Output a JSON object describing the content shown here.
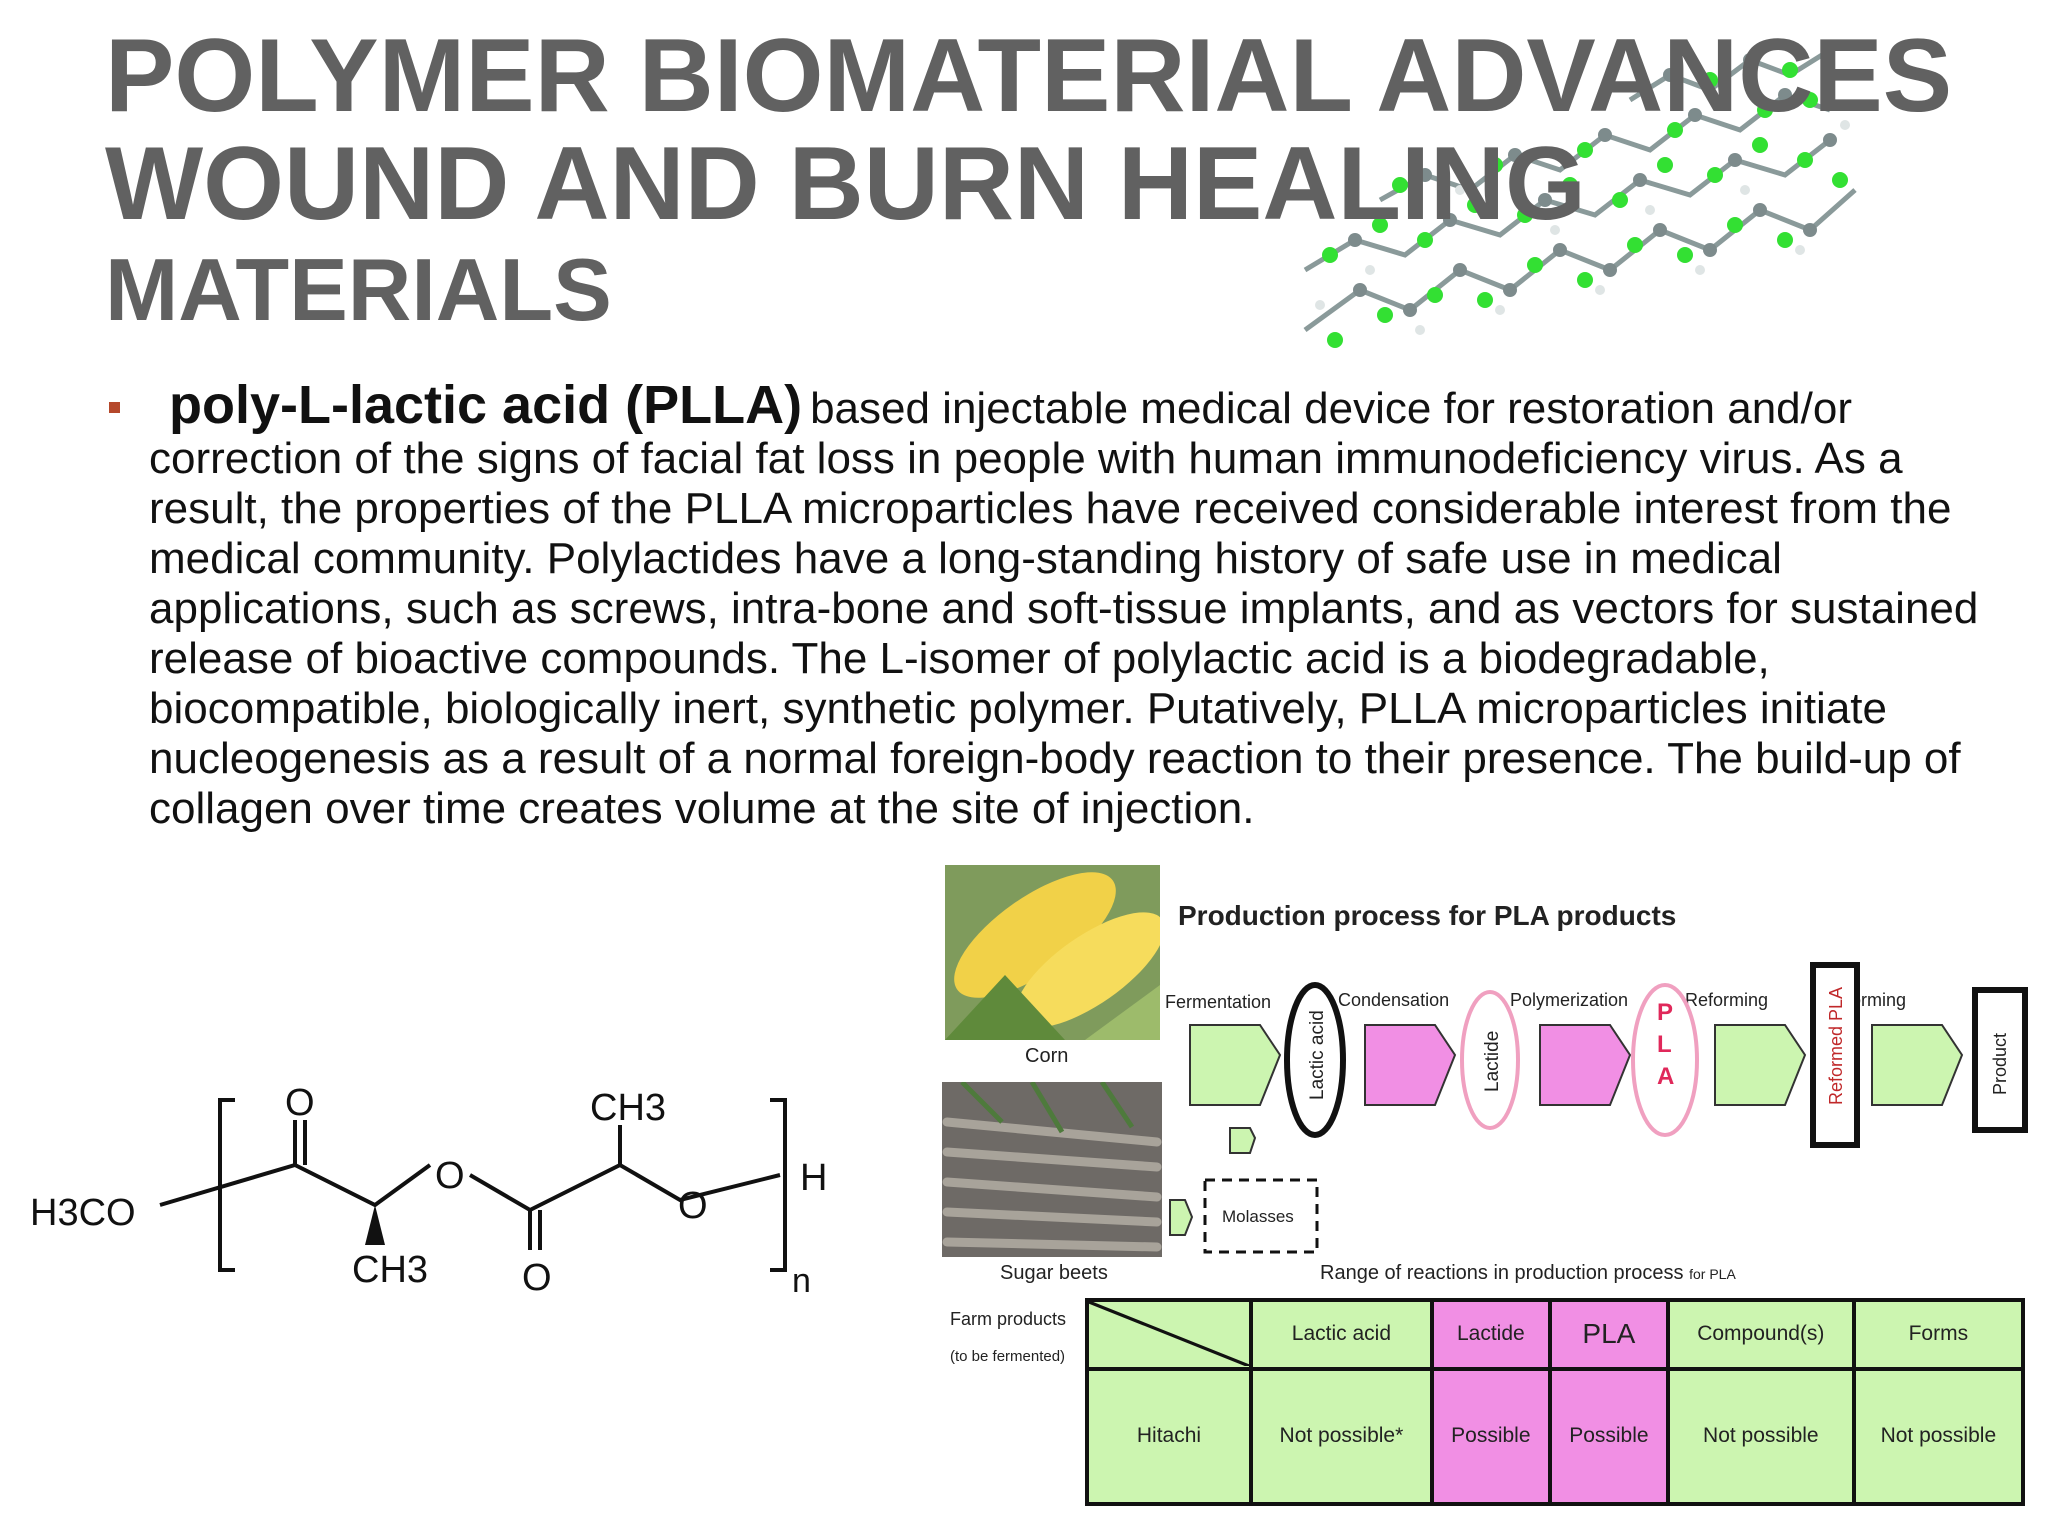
{
  "title": {
    "line1": "POLYMER BIOMATERIAL ADVANCES",
    "line2": "WOUND AND BURN HEALING",
    "line3": "MATERIALS"
  },
  "bullet": {
    "strong": "poly-L-lactic acid (PLLA)",
    "text": "based injectable medical device for restoration and/or correction of the signs of facial fat loss in people with human immunodeficiency virus. As a result, the properties of the PLLA microparticles have received considerable interest from the medical community. Polylactides have a long-standing history of safe use in medical applications, such as screws, intra-bone and soft-tissue implants, and as vectors for sustained release of bioactive compounds. The L-isomer of polylactic acid is a biodegradable, biocompatible, biologically inert, synthetic polymer. Putatively, PLLA microparticles initiate nucleogenesis as a result of a normal foreign-body reaction to their presence. The build-up of collagen over time creates volume at the site of injection."
  },
  "structure": {
    "group_left": "H3CO",
    "group_right": "H",
    "subscript": "n",
    "oxygen": "O",
    "methyl": "CH3"
  },
  "photos": {
    "corn_caption": "Corn",
    "beets_caption": "Sugar beets"
  },
  "diagram": {
    "title": "Production process for PLA products",
    "steps": [
      "Fermentation",
      "Condensation",
      "Polymerization",
      "Reforming",
      "Forming"
    ],
    "lactic_acid": "Lactic acid",
    "lactide": "Lactide",
    "pla_letters": [
      "P",
      "L",
      "A"
    ],
    "reformed_pla": "Reformed PLA",
    "product": "Product",
    "molasses": "Molasses"
  },
  "table": {
    "caption": "Range of reactions in production process",
    "caption_small": "for PLA",
    "farm_label_1": "Farm products",
    "farm_label_2": "(to be fermented)",
    "headers": [
      "Lactic acid",
      "Lactide",
      "PLA",
      "Compound(s)",
      "Forms"
    ],
    "row_label": "Hitachi",
    "row_values": [
      "Not possible*",
      "Possible",
      "Possible",
      "Not possible",
      "Not possible"
    ]
  },
  "colors": {
    "title": "#616161",
    "bullet": "#b5482b",
    "green_fill": "#ccf5b0",
    "pink_fill": "#f18fe4"
  }
}
